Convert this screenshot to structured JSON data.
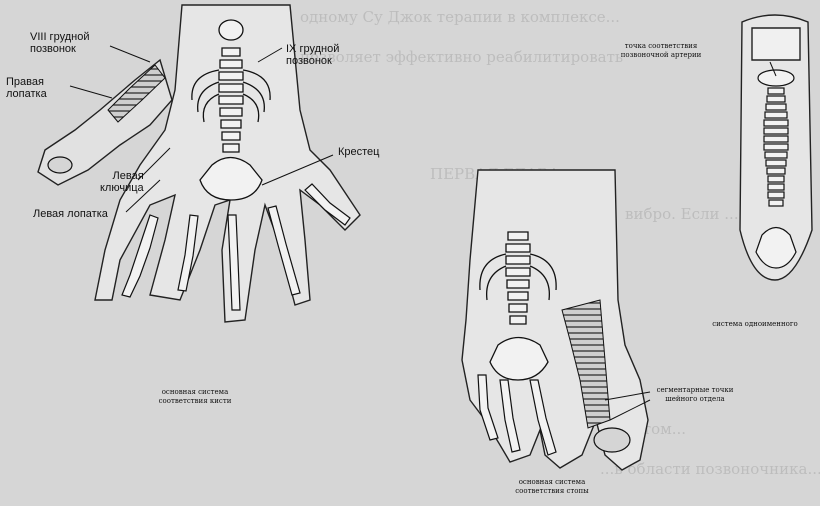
{
  "hand": {
    "labels": {
      "viii": "VIII грудной\nпозвонок",
      "right_scapula": "Правая\nлопатка",
      "ix": "IX грудной\nпозвонок",
      "sacrum": "Крестец",
      "left_clavicle": "Левая\nключица",
      "left_scapula": "Левая лопатка"
    },
    "caption": "основная система\nсоответствия кисти"
  },
  "foot": {
    "label_cervical": "сегментарные точки\nшейного отдела",
    "caption": "основная система\nсоответствия стопы"
  },
  "finger": {
    "label_artery": "точка соответствия\nпозвоночной артерии",
    "caption": "система одноименного"
  },
  "background_text": [
    "одному Су Джок терапии в комплексе...",
    "позволяет эффективно реабилитировать",
    "ПЕРВАЯ ГЛАВА",
    "вибро. Если ...",
    "при этом...",
    "...в области позвоночника..."
  ]
}
